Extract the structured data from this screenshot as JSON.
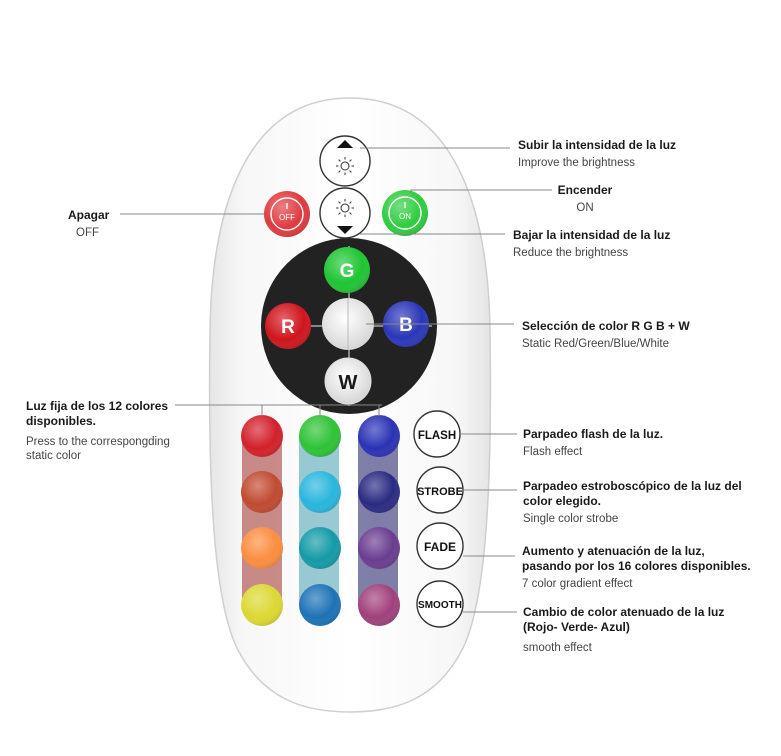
{
  "remote": {
    "buttons": {
      "off_label": "OFF",
      "on_label": "ON",
      "rgb": [
        {
          "label": "G",
          "color": "#1ec532"
        },
        {
          "label": "R",
          "color": "#d0141c"
        },
        {
          "label": "B",
          "color": "#2a36b8"
        },
        {
          "label": "W",
          "color": "#f2f2f2"
        }
      ],
      "effects": [
        "FLASH",
        "STROBE",
        "FADE",
        "SMOOTH"
      ],
      "colors": [
        [
          "#d3202a",
          "#2ec236",
          "#2a32b4"
        ],
        [
          "#c04a30",
          "#28b6dc",
          "#2a2a82"
        ],
        [
          "#fb8d40",
          "#139aa6",
          "#6a3c90"
        ],
        [
          "#dcd832",
          "#1c72b6",
          "#a0407c"
        ]
      ]
    },
    "palette": {
      "off_red": "#e03a3e",
      "on_green": "#2ecc40",
      "body_white": "#fbfbfb",
      "panel_dark": "#222222"
    }
  },
  "annotations": {
    "up": {
      "title": "Subir la intensidad de la luz",
      "sub": "Improve the brightness"
    },
    "on": {
      "title": "Encender",
      "sub": "ON"
    },
    "down": {
      "title": "Bajar la intensidad de la luz",
      "sub": "Reduce  the brightness"
    },
    "rgbw": {
      "title": "Selección de color R G B + W",
      "sub": "Static Red/Green/Blue/White"
    },
    "flash": {
      "title": "Parpadeo flash de la luz.",
      "sub": "Flash effect"
    },
    "strobe": {
      "title": "Parpadeo estroboscópico de la luz del color elegido.",
      "sub": "Single color strobe"
    },
    "fade": {
      "title": "Aumento y atenuación de la luz, pasando por los 16 colores disponibles.",
      "sub": "7 color gradient effect"
    },
    "smooth": {
      "title": "Cambio de color atenuado de la luz (Rojo- Verde- Azul)",
      "sub": "smooth effect"
    },
    "off": {
      "title": "Apagar",
      "sub": "OFF"
    },
    "fixed": {
      "title": "Luz fija de los 12 colores disponibles.",
      "sub": "Press to the correspongding static color"
    }
  }
}
